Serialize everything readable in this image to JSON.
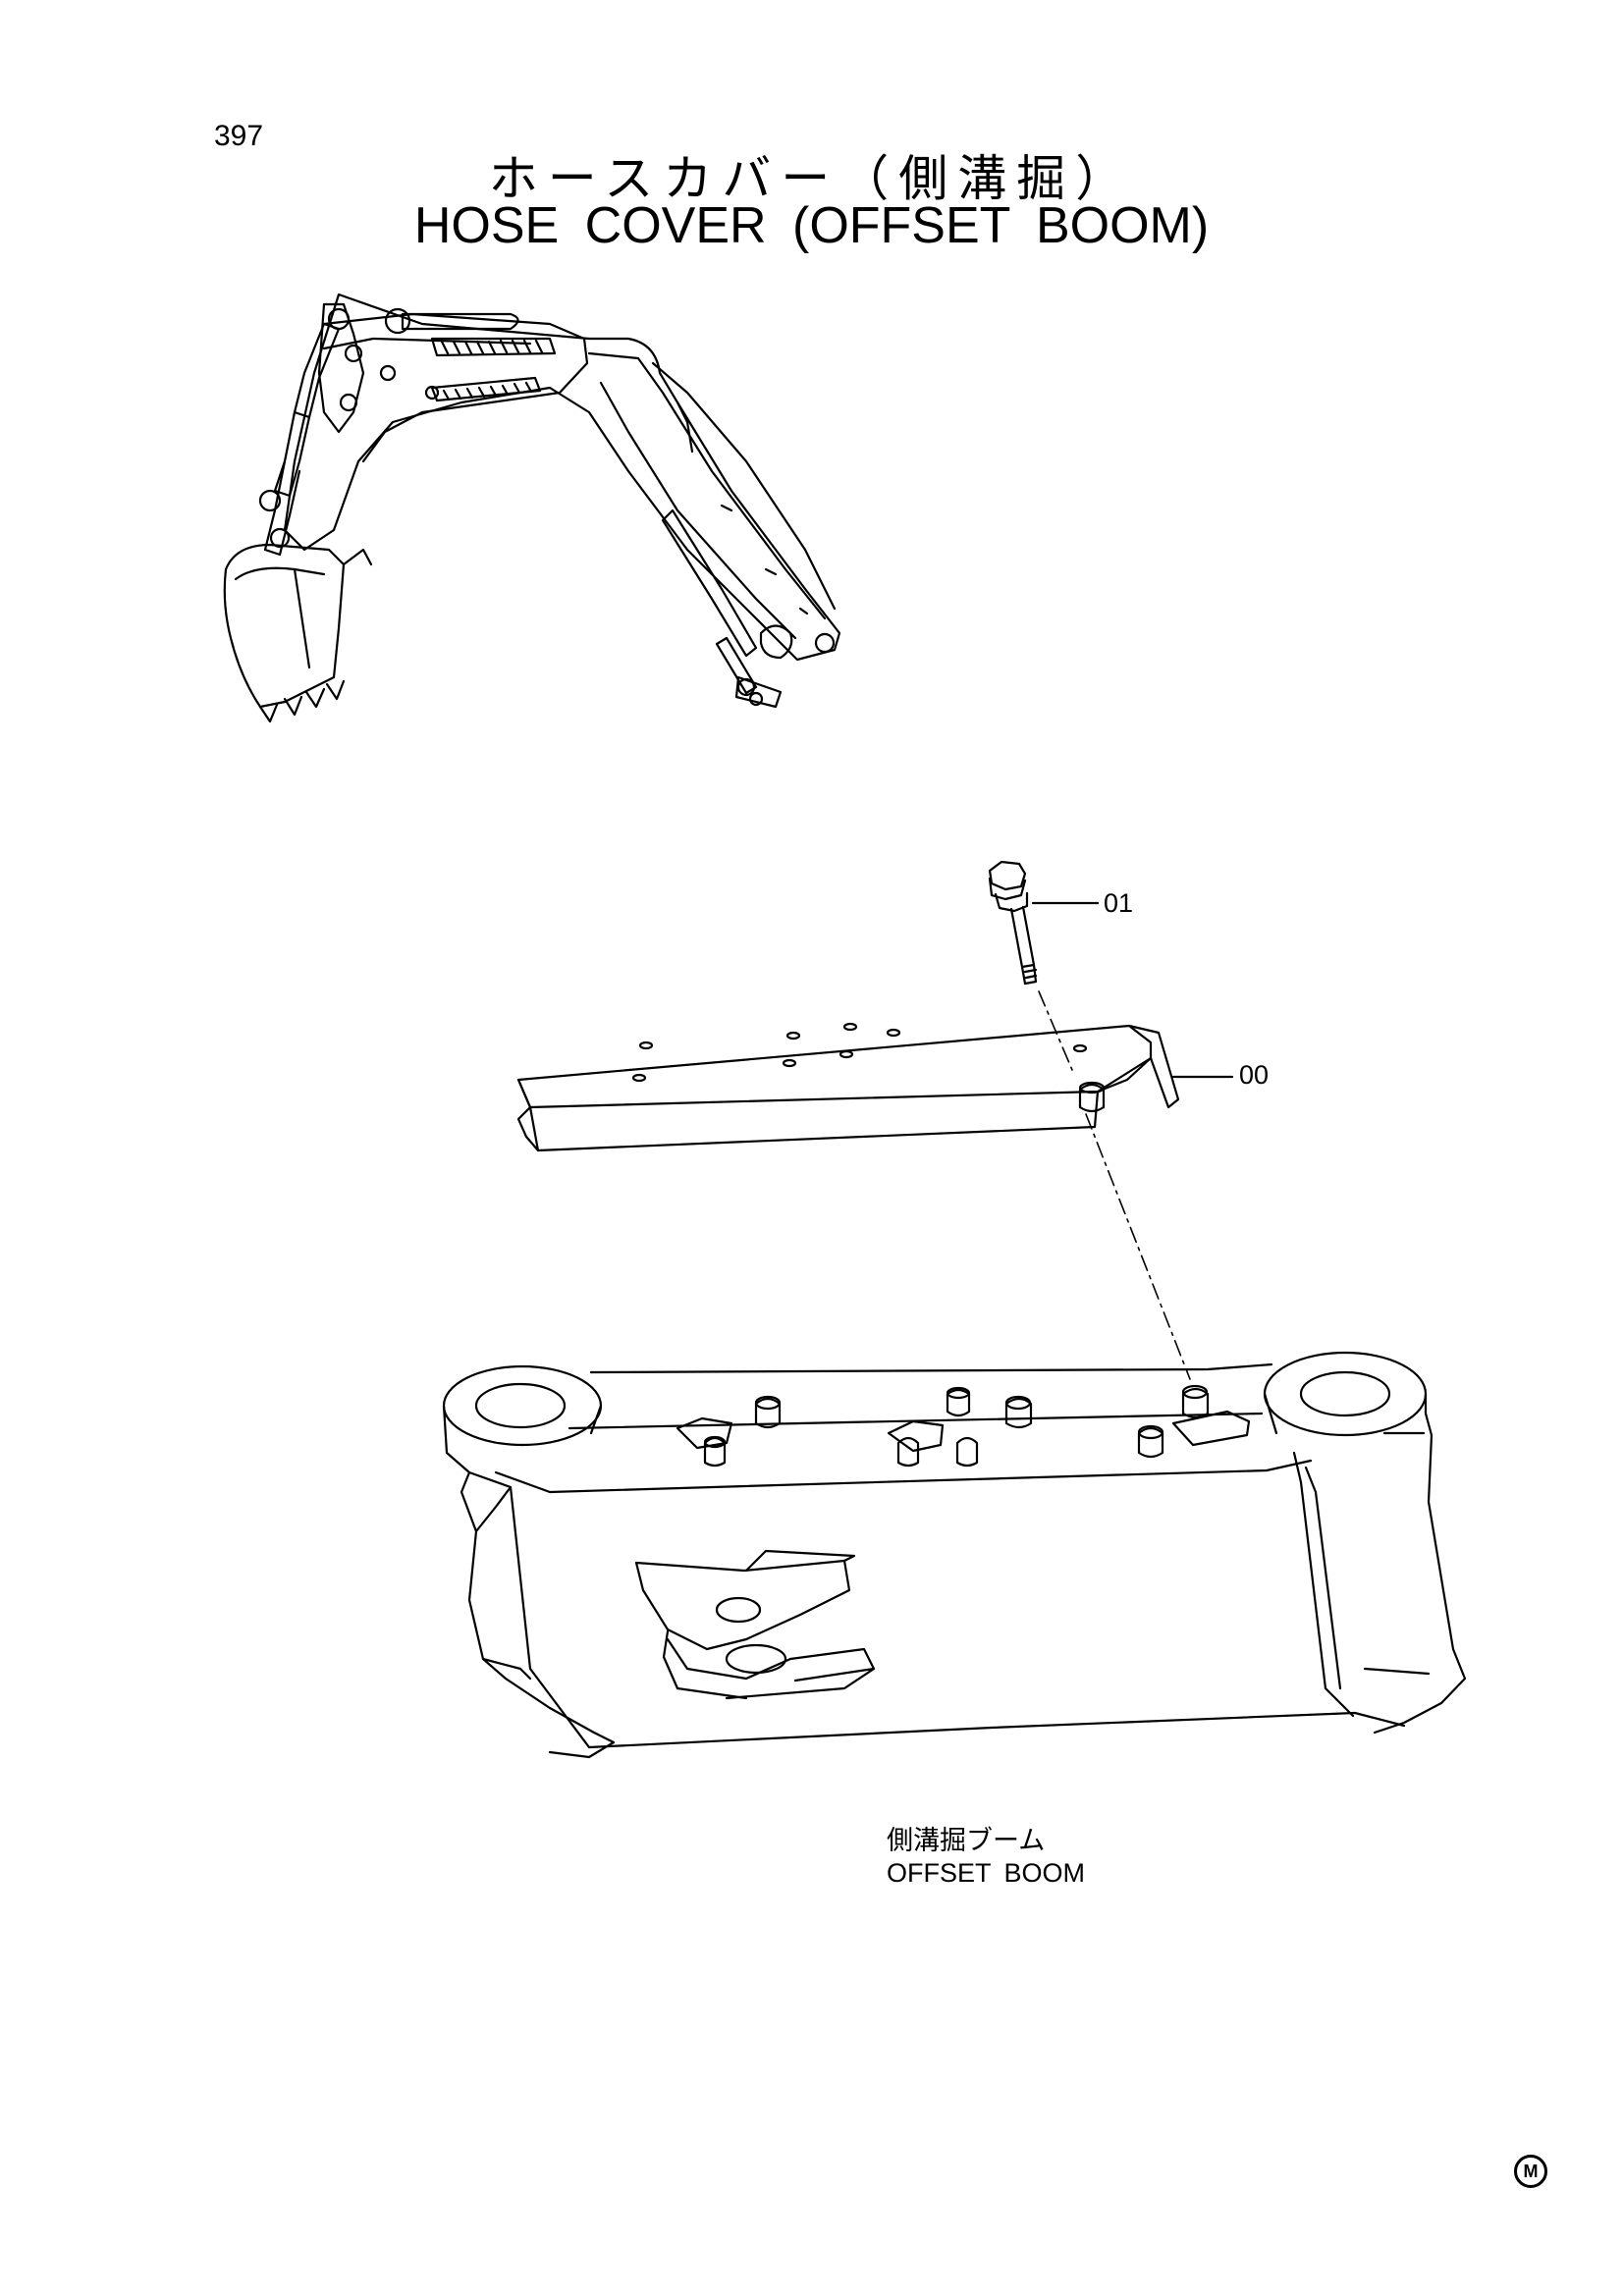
{
  "page_number": "397",
  "title_jp": "ホースカバー（側溝掘）",
  "title_en": "HOSE COVER (OFFSET BOOM)",
  "callouts": {
    "bolt": "01",
    "cover": "00"
  },
  "caption_jp": "側溝掘ブーム",
  "caption_en": "OFFSET BOOM",
  "mark": "M"
}
